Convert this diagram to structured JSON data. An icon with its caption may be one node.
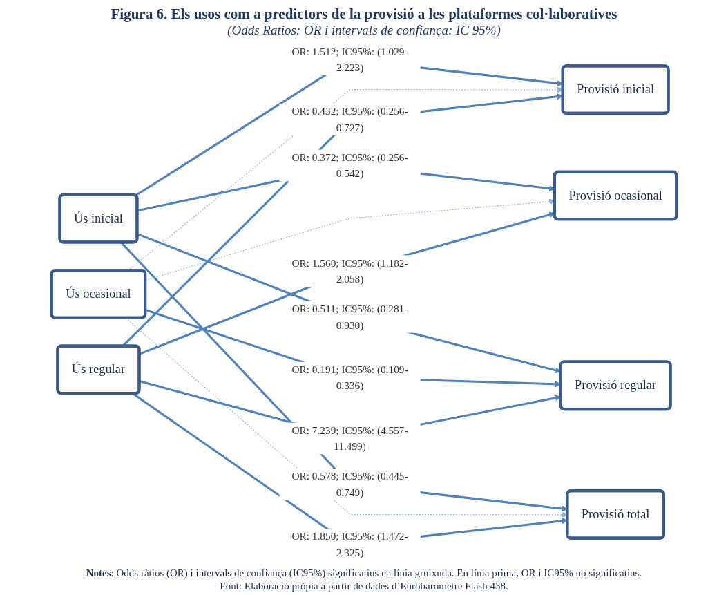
{
  "diagram": {
    "title": "Figura 6. Els usos com a predictors de la provisió a les plataformes col·laboratives",
    "nodes": [
      {
        "text": [
          "Ús inicial"
        ]
      },
      {
        "text": [
          "Ús ocasional"
        ]
      },
      {
        "text": [
          "Ús regular"
        ]
      },
      {
        "text": [
          "Provisió inicial"
        ]
      },
      {
        "text": [
          "Provisió ocasional"
        ]
      },
      {
        "text": [
          "Provisió regular"
        ]
      },
      {
        "text": [
          "Provisió total"
        ]
      }
    ],
    "edges": [
      {
        "from": 0,
        "to": 3,
        "arrow": "to",
        "label": "OR: 1.512; IC95%: (1.029-2.223)"
      },
      {
        "from": 0,
        "to": 4,
        "arrow": "to",
        "label": "OR: 0.372; IC95%: (0.256-0.542)"
      },
      {
        "from": 0,
        "to": 5,
        "arrow": "to",
        "label": "OR: 0.511; IC95%: (0.281-0.930)"
      },
      {
        "from": 0,
        "to": 6,
        "arrow": "to",
        "label": "OR: 0.578; IC95%: (0.445-0.749)"
      },
      {
        "from": 1,
        "to": 3,
        "arrow": "to",
        "style": "dashed"
      },
      {
        "from": 1,
        "to": 4,
        "arrow": "to",
        "style": "dashed"
      },
      {
        "from": 1,
        "to": 5,
        "arrow": "to",
        "label": "OR: 0.191; IC95%: (0.109-0.336)"
      },
      {
        "from": 1,
        "to": 6,
        "arrow": "to",
        "style": "dashed"
      },
      {
        "from": 2,
        "to": 3,
        "arrow": "to",
        "label": "OR: 0.432; IC95%: (0.256-0.727)"
      },
      {
        "from": 2,
        "to": 4,
        "arrow": "to",
        "label": "OR: 1.560; IC95%: (1.182-2.058)"
      },
      {
        "from": 2,
        "to": 5,
        "arrow": "to",
        "label": "OR: 7.239; IC95%: (4.557-11.499)"
      },
      {
        "from": 2,
        "to": 6,
        "arrow": "to",
        "label": "OR: 1.850; IC95%: (1.472-2.325)"
      }
    ],
    "labels": [
      "(Odds Ratios: OR i intervals de confiança: IC 95%)",
      "**Notes**: Odds ràtios (OR) i intervals de confiança (IC95%) significatius en línia gruixuda. En línia prima, OR i IC95% no significatius.",
      "Font: Elaboració pròpia a partir de dades d’Eurobarometre Flash 438."
    ]
  }
}
